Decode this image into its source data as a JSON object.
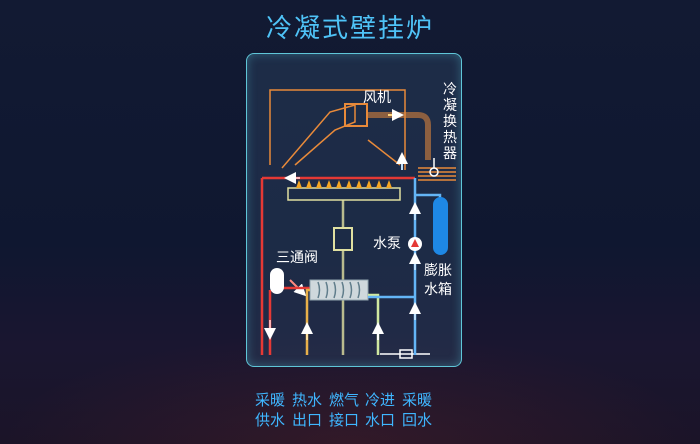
{
  "title": "冷凝式壁挂炉",
  "labels": {
    "fan": "风机",
    "condensing_exchanger": [
      "冷",
      "凝",
      "换",
      "热",
      "器"
    ],
    "three_way_valve": "三通阀",
    "water_pump": "水泵",
    "expansion_tank": [
      "膨胀",
      "水箱"
    ]
  },
  "bottom": [
    {
      "line1": "采暖",
      "line2": "供水"
    },
    {
      "line1": "热水",
      "line2": "出口"
    },
    {
      "line1": "燃气",
      "line2": "接口"
    },
    {
      "line1": "冷进",
      "line2": "水口"
    },
    {
      "line1": "采暖",
      "line2": "回水"
    }
  ],
  "colors": {
    "title": "#4fc3f7",
    "hot": "#e53935",
    "cold": "#64b5f6",
    "gas": "#e0e0a0",
    "exhaust": "#e88a3a",
    "tank": "#1e88e5",
    "bottom_text": "#3fb6ff"
  }
}
